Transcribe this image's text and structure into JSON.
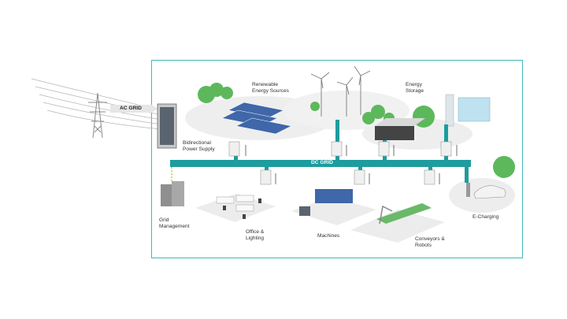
{
  "grids": {
    "ac": "AC GRID",
    "dc": "DC GRID"
  },
  "labels": {
    "renewable": "Renewable\nEnergy Sources",
    "storage": "Energy\nStorage",
    "bidirectional": "Bidirectional\nPower Supply",
    "grid_management": "Grid\nManagement",
    "office": "Office &\nLighting",
    "machines": "Machines",
    "conveyors": "Conveyors &\nRobots",
    "echarging": "E-Charging"
  },
  "colors": {
    "teal": "#3fb8b9",
    "dc_bar": "#1e9c9e",
    "green": "#5db85b"
  }
}
